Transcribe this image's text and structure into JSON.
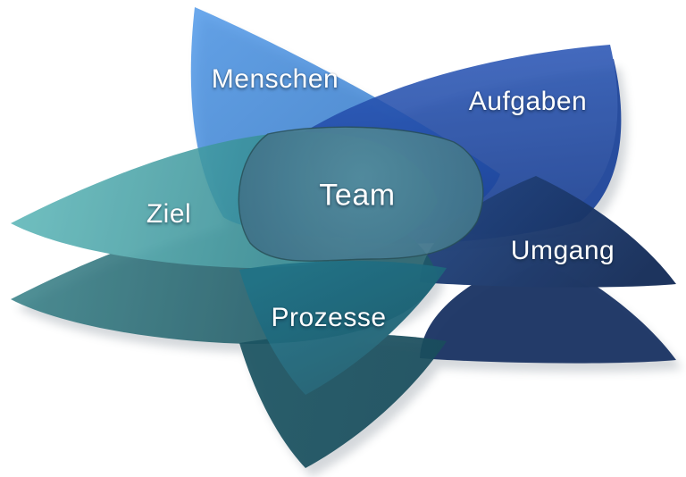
{
  "diagram": {
    "type": "petal-overlap-diagram",
    "center": {
      "label": "Team",
      "color": "#4d8095"
    },
    "petals": [
      {
        "label": "Menschen",
        "position": "top-left",
        "color": "#5b9ce4"
      },
      {
        "label": "Aufgaben",
        "position": "top-right",
        "color": "#3c63b4"
      },
      {
        "label": "Umgang",
        "position": "right",
        "color": "#203a6e"
      },
      {
        "label": "Prozesse",
        "position": "bottom",
        "color": "#39778c"
      },
      {
        "label": "Ziel",
        "position": "left",
        "color": "#55a0a8"
      }
    ],
    "background_color": "#ffffff",
    "text_color": "#ffffff"
  }
}
